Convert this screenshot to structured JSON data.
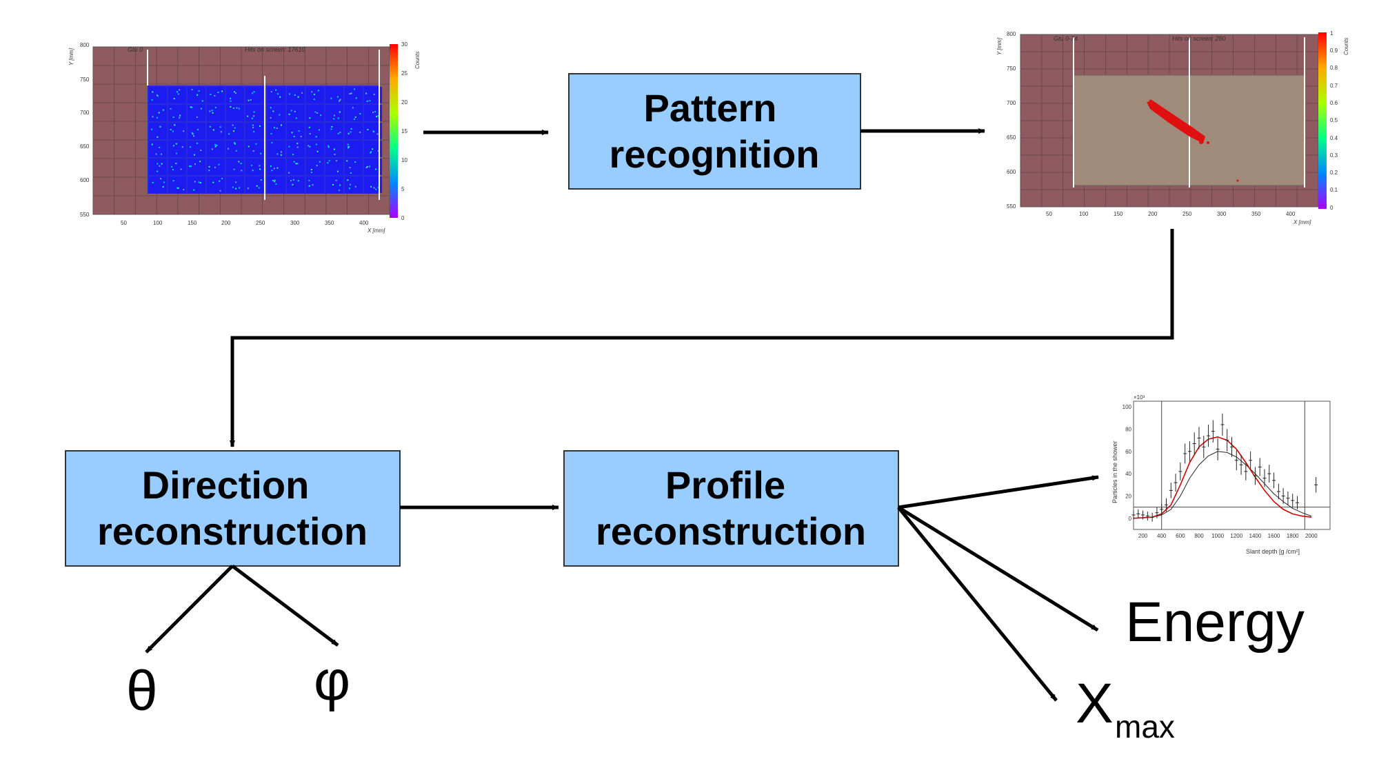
{
  "boxes": {
    "pattern": {
      "line1": "Pattern",
      "line2": "recognition"
    },
    "direction": {
      "line1": "Direction",
      "line2": "reconstruction"
    },
    "profile": {
      "line1": "Profile",
      "line2": "reconstruction"
    }
  },
  "outputs": {
    "theta": "θ",
    "phi": "φ",
    "energy": "Energy",
    "xmax_main": "X",
    "xmax_sub": "max"
  },
  "plot_left": {
    "title_left": "Gtu 0",
    "title_right": "Hits on screen: 17610",
    "ylabel": "Y [mm]",
    "xlabel": "X [mm]",
    "zlabel": "Counts",
    "yticks": [
      "800",
      "750",
      "700",
      "650",
      "600",
      "550"
    ],
    "xticks": [
      "50",
      "100",
      "150",
      "200",
      "250",
      "300",
      "350",
      "400"
    ],
    "zticks": [
      "30",
      "25",
      "20",
      "15",
      "10",
      "5",
      "0"
    ]
  },
  "plot_right": {
    "title_left": "Gtu 0-74",
    "title_right": "Hits on screen: 280",
    "ylabel": "Y [mm]",
    "xlabel": "X [mm]",
    "zlabel": "Counts",
    "yticks": [
      "800",
      "750",
      "700",
      "650",
      "600",
      "550"
    ],
    "xticks": [
      "50",
      "100",
      "150",
      "200",
      "250",
      "300",
      "350",
      "400"
    ],
    "zticks": [
      "1",
      "0.9",
      "0.8",
      "0.7",
      "0.6",
      "0.5",
      "0.4",
      "0.3",
      "0.2",
      "0.1",
      "0"
    ]
  },
  "chart_data": {
    "type": "scatter",
    "exponent_label": "×10³",
    "xlabel": "Slant depth [g /cm²]",
    "ylabel": "Particles  in the shower",
    "xlim": [
      100,
      2200
    ],
    "ylim": [
      -10,
      105
    ],
    "xticks": [
      "200",
      "400",
      "600",
      "800",
      "1000",
      "1200",
      "1400",
      "1600",
      "1800",
      "2000"
    ],
    "yticks": [
      "100",
      "80",
      "60",
      "40",
      "20",
      "0"
    ],
    "points": [
      {
        "x": 100,
        "y": 3,
        "e": 4
      },
      {
        "x": 150,
        "y": 4,
        "e": 4
      },
      {
        "x": 200,
        "y": 3,
        "e": 4
      },
      {
        "x": 250,
        "y": 2,
        "e": 4
      },
      {
        "x": 300,
        "y": 1,
        "e": 4
      },
      {
        "x": 350,
        "y": 5,
        "e": 5
      },
      {
        "x": 400,
        "y": 8,
        "e": 5
      },
      {
        "x": 450,
        "y": 12,
        "e": 6
      },
      {
        "x": 500,
        "y": 25,
        "e": 7
      },
      {
        "x": 550,
        "y": 32,
        "e": 8
      },
      {
        "x": 600,
        "y": 42,
        "e": 8
      },
      {
        "x": 650,
        "y": 58,
        "e": 9
      },
      {
        "x": 700,
        "y": 60,
        "e": 9
      },
      {
        "x": 750,
        "y": 67,
        "e": 10
      },
      {
        "x": 800,
        "y": 72,
        "e": 10
      },
      {
        "x": 850,
        "y": 64,
        "e": 10
      },
      {
        "x": 900,
        "y": 74,
        "e": 10
      },
      {
        "x": 950,
        "y": 78,
        "e": 10
      },
      {
        "x": 1000,
        "y": 62,
        "e": 10
      },
      {
        "x": 1050,
        "y": 84,
        "e": 10
      },
      {
        "x": 1100,
        "y": 70,
        "e": 10
      },
      {
        "x": 1150,
        "y": 64,
        "e": 9
      },
      {
        "x": 1200,
        "y": 52,
        "e": 9
      },
      {
        "x": 1250,
        "y": 48,
        "e": 9
      },
      {
        "x": 1300,
        "y": 42,
        "e": 8
      },
      {
        "x": 1350,
        "y": 52,
        "e": 8
      },
      {
        "x": 1400,
        "y": 38,
        "e": 8
      },
      {
        "x": 1450,
        "y": 46,
        "e": 8
      },
      {
        "x": 1500,
        "y": 36,
        "e": 8
      },
      {
        "x": 1550,
        "y": 40,
        "e": 8
      },
      {
        "x": 1600,
        "y": 34,
        "e": 7
      },
      {
        "x": 1650,
        "y": 24,
        "e": 7
      },
      {
        "x": 1700,
        "y": 20,
        "e": 7
      },
      {
        "x": 1750,
        "y": 18,
        "e": 6
      },
      {
        "x": 1800,
        "y": 16,
        "e": 6
      },
      {
        "x": 1850,
        "y": 14,
        "e": 6
      },
      {
        "x": 2050,
        "y": 30,
        "e": 7
      }
    ],
    "fit_red": [
      [
        100,
        0
      ],
      [
        300,
        1
      ],
      [
        400,
        4
      ],
      [
        500,
        12
      ],
      [
        600,
        30
      ],
      [
        700,
        50
      ],
      [
        800,
        64
      ],
      [
        900,
        71
      ],
      [
        1000,
        73
      ],
      [
        1100,
        70
      ],
      [
        1200,
        62
      ],
      [
        1300,
        50
      ],
      [
        1400,
        37
      ],
      [
        1500,
        25
      ],
      [
        1600,
        15
      ],
      [
        1700,
        8
      ],
      [
        1800,
        4
      ],
      [
        1900,
        2
      ],
      [
        2000,
        1
      ]
    ],
    "fit_black": [
      [
        100,
        0
      ],
      [
        300,
        1
      ],
      [
        400,
        3
      ],
      [
        500,
        8
      ],
      [
        600,
        20
      ],
      [
        700,
        36
      ],
      [
        800,
        48
      ],
      [
        900,
        56
      ],
      [
        1000,
        60
      ],
      [
        1100,
        59
      ],
      [
        1200,
        55
      ],
      [
        1300,
        48
      ],
      [
        1400,
        40
      ],
      [
        1500,
        31
      ],
      [
        1600,
        22
      ],
      [
        1700,
        15
      ],
      [
        1800,
        9
      ],
      [
        1900,
        5
      ],
      [
        2000,
        2
      ]
    ],
    "vlines": [
      400,
      1930
    ],
    "hline": 10
  }
}
